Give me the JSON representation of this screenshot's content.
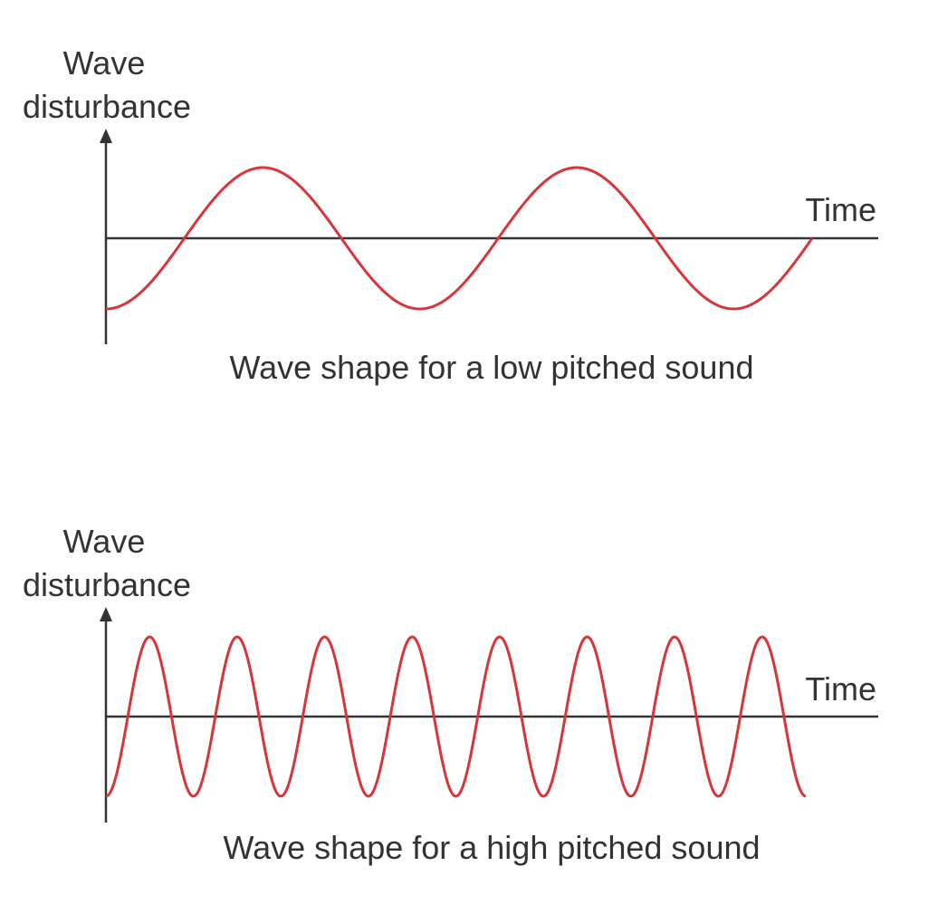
{
  "colors": {
    "wave": "#d9343a",
    "axis": "#333333",
    "text": "#333333",
    "background": "#ffffff"
  },
  "panels": [
    {
      "y_label_line1": "Wave",
      "y_label_line2": "disturbance",
      "x_label": "Time",
      "caption": "Wave shape for a low pitched sound",
      "cycles": 2.25
    },
    {
      "y_label_line1": "Wave",
      "y_label_line2": "disturbance",
      "x_label": "Time",
      "caption": "Wave shape for a high pitched sound",
      "cycles": 8.0
    }
  ]
}
